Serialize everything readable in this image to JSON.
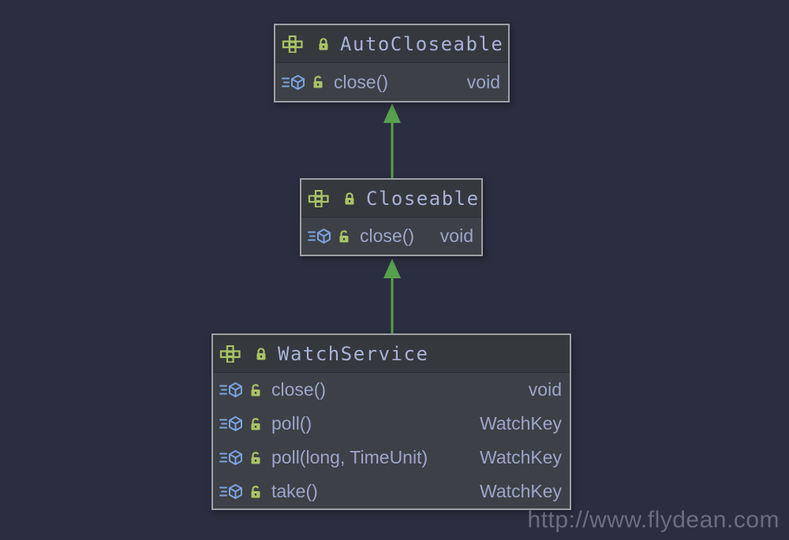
{
  "diagram": {
    "type": "uml-class-diagram",
    "nodes": [
      {
        "id": "autocloseable",
        "title": "AutoCloseable",
        "kind": "interface",
        "methods": [
          {
            "name": "close()",
            "returns": "void"
          }
        ]
      },
      {
        "id": "closeable",
        "title": "Closeable",
        "kind": "interface",
        "methods": [
          {
            "name": "close()",
            "returns": "void"
          }
        ]
      },
      {
        "id": "watchservice",
        "title": "WatchService",
        "kind": "interface",
        "methods": [
          {
            "name": "close()",
            "returns": "void"
          },
          {
            "name": "poll()",
            "returns": "WatchKey"
          },
          {
            "name": "poll(long, TimeUnit)",
            "returns": "WatchKey"
          },
          {
            "name": "take()",
            "returns": "WatchKey"
          }
        ]
      }
    ],
    "edges": [
      {
        "from": "Closeable",
        "to": "AutoCloseable",
        "type": "extends"
      },
      {
        "from": "WatchService",
        "to": "Closeable",
        "type": "extends"
      }
    ],
    "icons": {
      "interface": "interface-icon",
      "lock": "lock-icon",
      "method": "method-icon"
    },
    "colors": {
      "page_background": "#2b2e40",
      "node_body": "#3d4046",
      "node_header": "#35383d",
      "node_border": "#9fa0a5",
      "title_text": "#a8b2d8",
      "member_text": "#9ca5cb",
      "icon_green": "#a9c465",
      "icon_blue": "#7ba3e0",
      "arrow_green": "#57a04d"
    }
  },
  "watermark": "http://www.flydean.com"
}
